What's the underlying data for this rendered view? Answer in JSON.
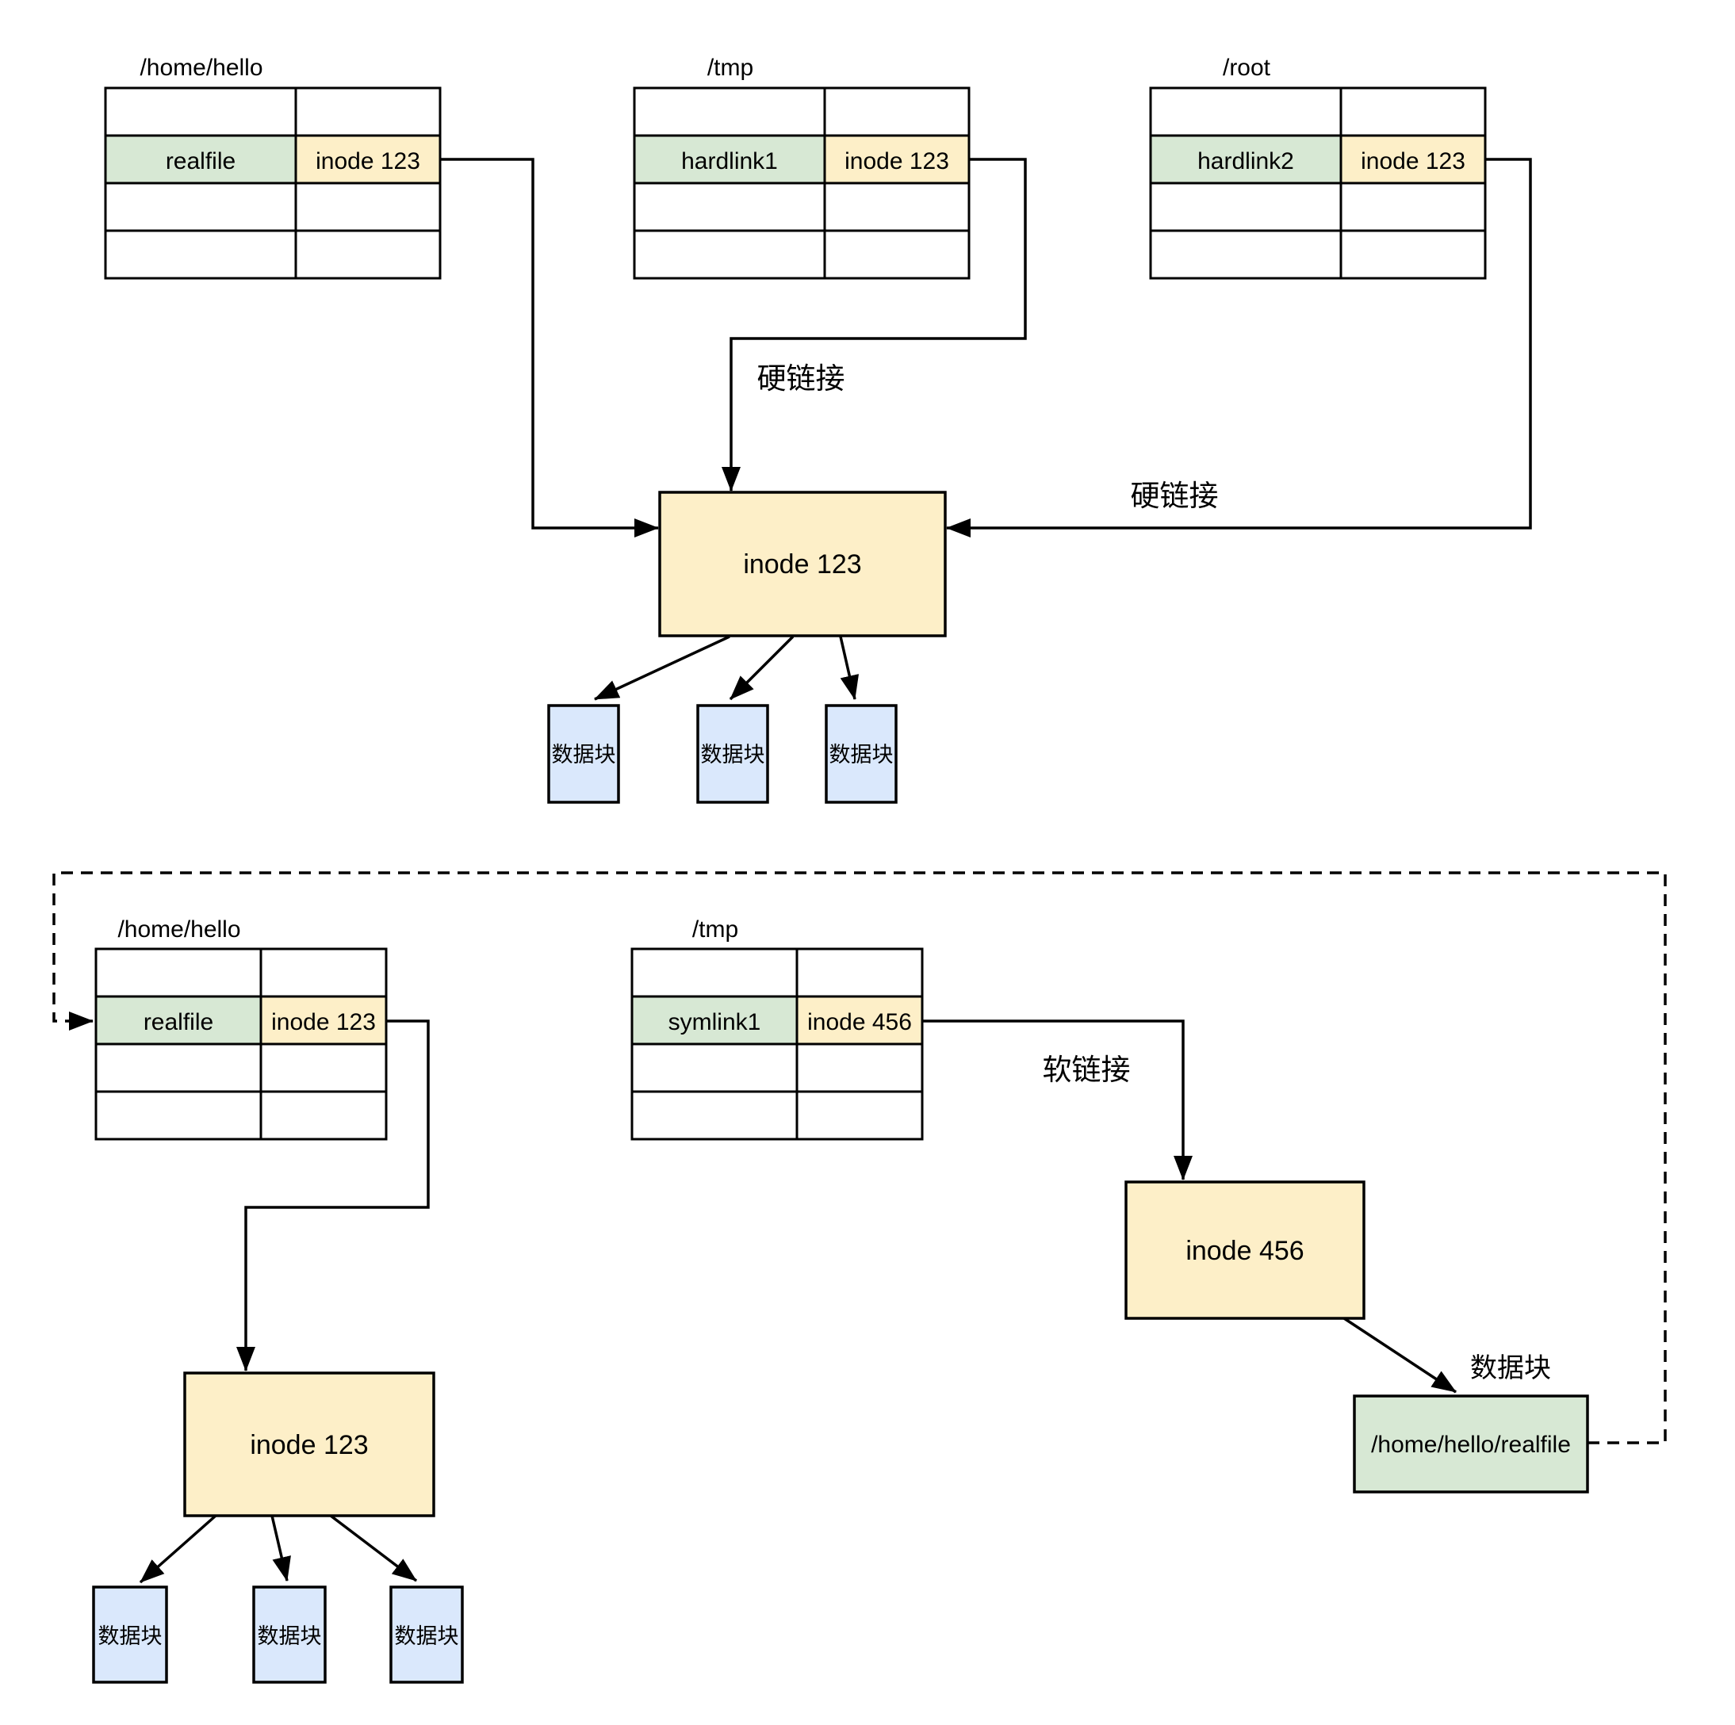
{
  "colors": {
    "green": "#d7e8d4",
    "yellow": "#fdefc8",
    "blue": "#dae8fc",
    "line": "#000000"
  },
  "top": {
    "table1": {
      "title": "/home/hello",
      "file": "realfile",
      "inode": "inode 123"
    },
    "table2": {
      "title": "/tmp",
      "file": "hardlink1",
      "inode": "inode 123"
    },
    "table3": {
      "title": "/root",
      "file": "hardlink2",
      "inode": "inode 123"
    },
    "inode_box": "inode 123",
    "hardlink_label_tmp": "硬链接",
    "hardlink_label_root": "硬链接",
    "block1": "数据块",
    "block2": "数据块",
    "block3": "数据块"
  },
  "bottom": {
    "table1": {
      "title": "/home/hello",
      "file": "realfile",
      "inode": "inode 123"
    },
    "table2": {
      "title": "/tmp",
      "file": "symlink1",
      "inode": "inode 456"
    },
    "inode123_box": "inode 123",
    "inode456_box": "inode 456",
    "softlink_label": "软链接",
    "datablock_label": "数据块",
    "realfile_block": "/home/hello/realfile",
    "block1": "数据块",
    "block2": "数据块",
    "block3": "数据块"
  }
}
